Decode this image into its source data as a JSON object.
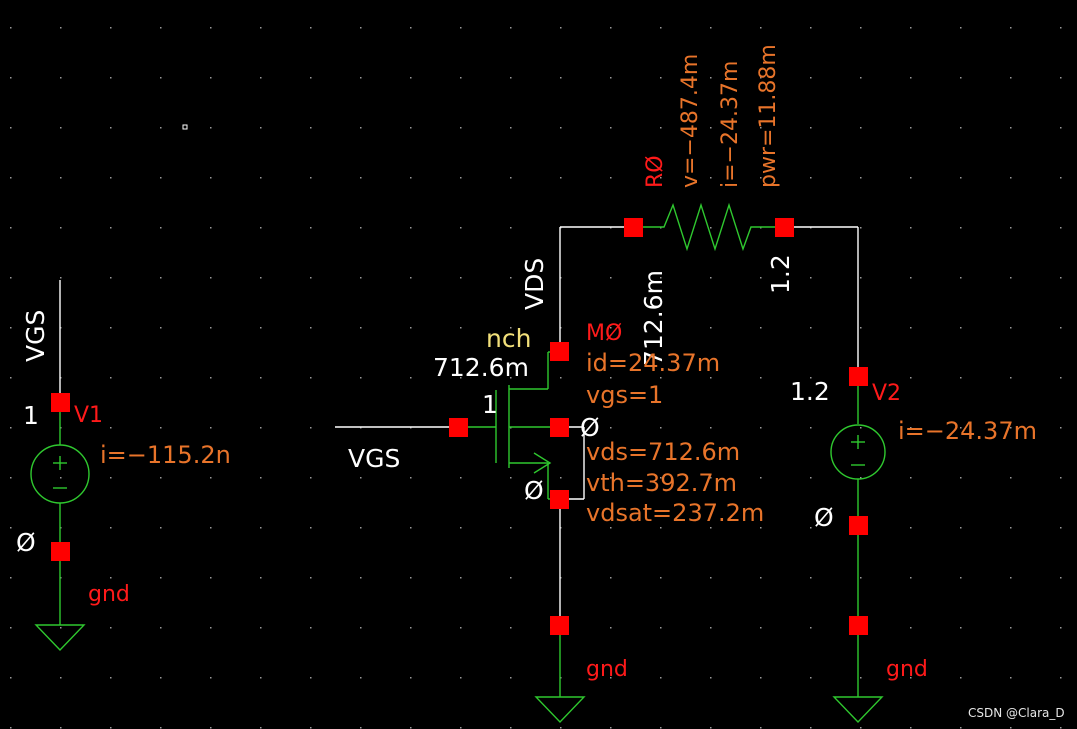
{
  "net_labels": {
    "vgs_left": "VGS",
    "vgs_gate": "VGS",
    "vds": "VDS"
  },
  "v1": {
    "name": "V1",
    "value": "1",
    "current": "i=−115.2n",
    "node_top": "1",
    "node_bottom": "Ø",
    "gnd": "gnd"
  },
  "m0": {
    "name": "MØ",
    "model": "nch",
    "width": "712.6m",
    "multiplier": "1",
    "drain_voltage": "712.6m",
    "gate_node": "Ø",
    "source_node": "Ø",
    "params": [
      "id=24.37m",
      "vgs=1",
      "vds=712.6m",
      "vth=392.7m",
      "vdsat=237.2m"
    ],
    "gnd": "gnd"
  },
  "r0": {
    "name": "RØ",
    "params": [
      "v=−487.4m",
      "i=−24.37m",
      "pwr=11.88m"
    ],
    "right_node": "1.2"
  },
  "v2": {
    "name": "V2",
    "value": "1.2",
    "current": "i=−24.37m",
    "node_bottom": "Ø",
    "gnd": "gnd"
  },
  "colors": {
    "background": "#000000",
    "wire": "#ffffff",
    "symbol": "#2fc82f",
    "pin": "#ff0000",
    "annotation": "#e8742a",
    "label_red": "#ff1a1a",
    "model": "#f2e07a"
  },
  "watermark": "CSDN @Clara_D"
}
